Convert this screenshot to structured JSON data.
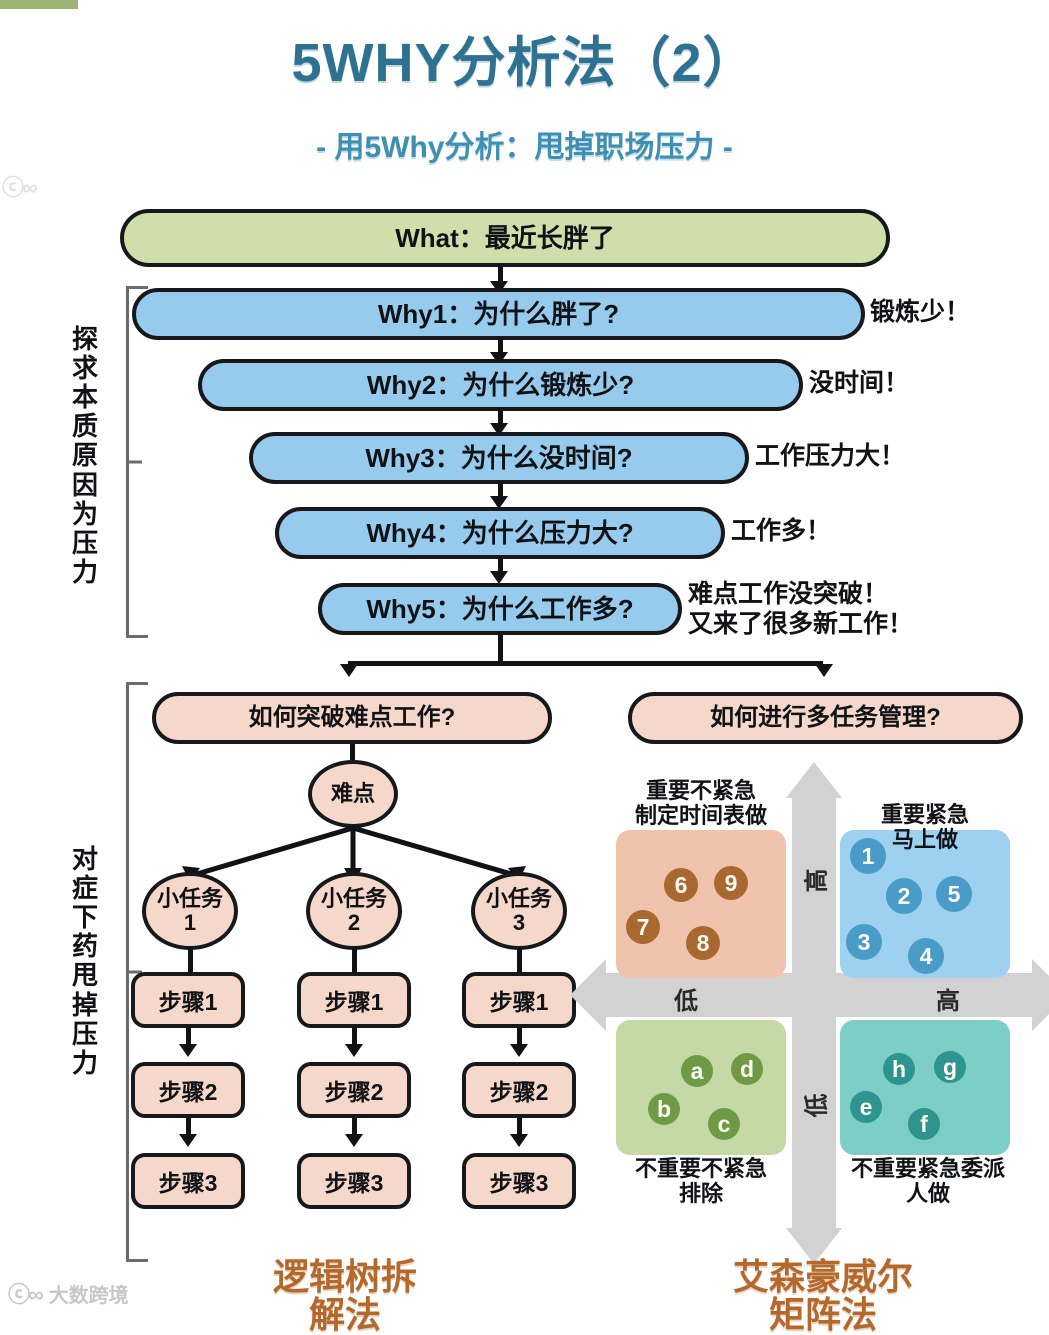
{
  "header": {
    "title": "5WHY分析法（2）",
    "subtitle": "- 用5Why分析：甩掉职场压力 -"
  },
  "flow": {
    "what": "What：最近长胖了",
    "whys": [
      {
        "question": "Why1：为什么胖了?",
        "answer": "锻炼少！"
      },
      {
        "question": "Why2：为什么锻炼少?",
        "answer": "没时间！"
      },
      {
        "question": "Why3：为什么没时间?",
        "answer": "工作压力大！"
      },
      {
        "question": "Why4：为什么压力大?",
        "answer": "工作多！"
      },
      {
        "question": "Why5：为什么工作多?",
        "answer": "难点工作没突破！\n又来了很多新工作！"
      }
    ],
    "bracket_upper": "探求本质原因为压力",
    "bracket_lower": "对症下药甩掉压力"
  },
  "branches": {
    "left_header": "如何突破难点工作?",
    "right_header": "如何进行多任务管理?"
  },
  "logic_tree": {
    "root": "难点",
    "tasks": [
      {
        "label": "小任务\n1",
        "steps": [
          "步骤1",
          "步骤2",
          "步骤3"
        ]
      },
      {
        "label": "小任务\n2",
        "steps": [
          "步骤1",
          "步骤2",
          "步骤3"
        ]
      },
      {
        "label": "小任务\n3",
        "steps": [
          "步骤1",
          "步骤2",
          "步骤3"
        ]
      }
    ]
  },
  "matrix": {
    "axis": {
      "horizontal_low": "低",
      "horizontal_high": "高",
      "vertical_high": "高",
      "vertical_low": "低"
    },
    "quadrants": [
      {
        "id": "important-not-urgent",
        "label": "重要不紧急\n制定时间表做",
        "color": "#f0c4ac",
        "token_color": "#a8682f",
        "tokens": [
          "6",
          "9",
          "7",
          "8"
        ]
      },
      {
        "id": "important-urgent",
        "label": "重要紧急\n马上做",
        "color": "#9ed0ef",
        "token_color": "#4a9cc8",
        "tokens": [
          "1",
          "2",
          "5",
          "3",
          "4"
        ]
      },
      {
        "id": "not-important-not-urgent",
        "label": "不重要不紧急\n排除",
        "color": "#c4d9a5",
        "token_color": "#6f9a45",
        "tokens": [
          "a",
          "d",
          "b",
          "c"
        ]
      },
      {
        "id": "not-important-urgent",
        "label": "不重要紧急委派\n人做",
        "color": "#7ccec6",
        "token_color": "#2e9490",
        "tokens": [
          "h",
          "g",
          "e",
          "f"
        ]
      }
    ]
  },
  "captions": {
    "left": "逻辑树拆\n解法",
    "right": "艾森豪威尔\n矩阵法"
  },
  "watermark": {
    "text": "大数跨境",
    "logo": "icon"
  },
  "colors": {
    "title": "#2e7190",
    "subtitle": "#3f8fb0",
    "what_box": "#cedfab",
    "why_box": "#97cbee",
    "branch_box": "#f6d8cb",
    "caption": "#b4692c",
    "top_bar": "#9cb474"
  }
}
